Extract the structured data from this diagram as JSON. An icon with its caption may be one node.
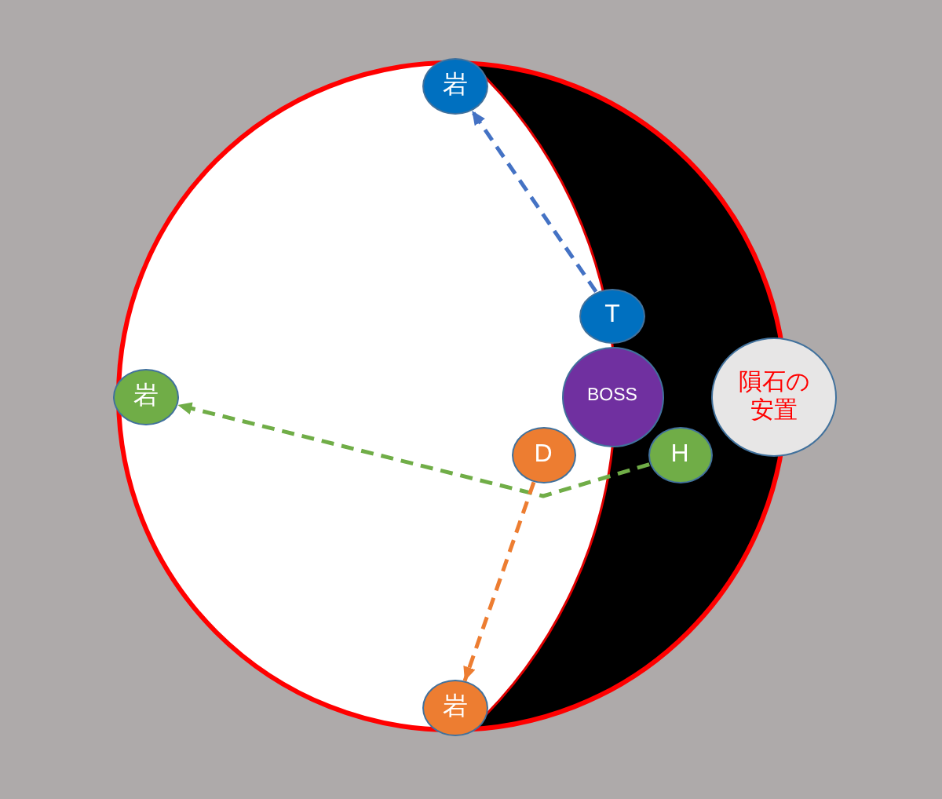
{
  "diagram": {
    "nodes": [
      {
        "text": [
          "岩"
        ]
      },
      {
        "text": [
          "T"
        ]
      },
      {
        "text": [
          "岩"
        ]
      },
      {
        "text": [
          "BOSS"
        ]
      },
      {
        "text": [
          "隕石の安置"
        ]
      },
      {
        "text": [
          "D"
        ]
      },
      {
        "text": [
          "H"
        ]
      },
      {
        "text": [
          "岩"
        ]
      }
    ],
    "edges": [
      {
        "from": 1,
        "to": 0,
        "arrow": "to",
        "style": "dashed",
        "color": "#4472c4"
      },
      {
        "from": 6,
        "to": 2,
        "arrow": "to",
        "style": "dashed",
        "color": "#70ad47"
      },
      {
        "from": 5,
        "to": 7,
        "arrow": "to",
        "style": "dashed",
        "color": "#ed7d31"
      }
    ]
  }
}
